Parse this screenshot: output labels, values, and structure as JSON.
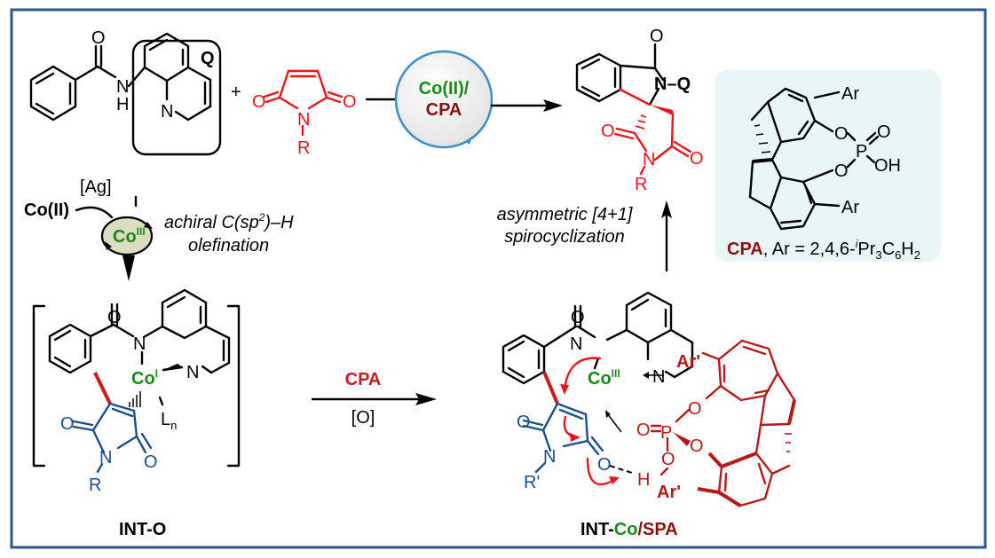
{
  "colors": {
    "frame": "#2a5a96",
    "black": "#000000",
    "red": "#e8141b",
    "dark_red": "#8b1010",
    "blue": "#1a4f8c",
    "green": "#1a8a1a",
    "catalyst_circle": "#3a8fc8",
    "co_disc": "#dcdcc0",
    "cpa_box": "#e8f6f8"
  },
  "top": {
    "substrate_label_Q": "Q",
    "atom_O": "O",
    "atom_N": "N",
    "atom_H": "H",
    "plus": "+",
    "maleimide_R": "R",
    "catalyst_line1": "Co(II)/",
    "catalyst_line2": "CPA",
    "product_NQ": "N–Q"
  },
  "cpa_box": {
    "label_bold": "CPA",
    "label_rest": ", Ar = 2,4,6-",
    "sup_i": "i",
    "pr": "Pr",
    "sub3": "3",
    "c": "C",
    "sub6": "6",
    "h": "H",
    "sub2": "2",
    "ar": "Ar",
    "oh": "OH",
    "p": "P"
  },
  "cycle": {
    "ag": "[Ag]",
    "co2": "Co(II)",
    "co3": "Co",
    "co3_sup": "III",
    "note_line1_a": "achiral C(sp",
    "note_line1_sup": "2",
    "note_line1_b": ")–H",
    "note_line2": "olefination"
  },
  "spiro": {
    "line1": "asymmetric [4+1]",
    "line2": "spirocyclization"
  },
  "int_o": {
    "label": "INT-O",
    "co": "Co",
    "co_sup": "I",
    "ln": "L",
    "ln_sub": "n",
    "r": "R"
  },
  "arrow2": {
    "above": "CPA",
    "below": "[O]"
  },
  "int_co": {
    "label_a": "INT-",
    "label_b": "Co",
    "label_c": "/",
    "label_d": "SPA",
    "co": "Co",
    "co_sup": "III",
    "ar1": "Ar'",
    "ar2": "Ar'",
    "r": "R'",
    "h": "H"
  }
}
